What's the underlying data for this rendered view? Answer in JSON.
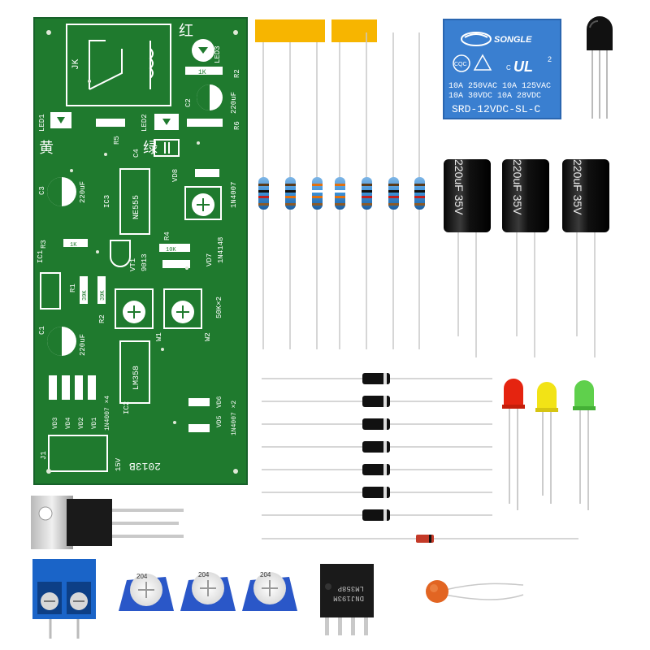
{
  "pcb": {
    "labels": {
      "jk": "JK",
      "red_cn": "红",
      "green_cn": "绿",
      "yellow_cn": "黄",
      "led1": "LED1",
      "led2": "LED2",
      "led3": "LED3",
      "r2": "R2",
      "r3": "R3",
      "r4": "R4",
      "r5": "R5",
      "r6": "R6",
      "r1": "R1",
      "c1": "C1",
      "c2": "C2",
      "c3": "C3",
      "c4": "C4",
      "cap_220uf": "220uF",
      "ic1": "IC1",
      "ic2": "IC2",
      "ic3": "IC3",
      "ne555": "NE555",
      "lm358": "LM358",
      "vt1": "VT1",
      "t9013": "9013",
      "vd1": "VD1",
      "vd2": "VD2",
      "vd3": "VD3",
      "vd4": "VD4",
      "vd5": "VD5",
      "vd6": "VD6",
      "vd7": "VD7",
      "vd8": "VD8",
      "in4007": "1N4007",
      "in4007x4": "1N4007 ×4",
      "in4007x2": "1N4007 ×2",
      "in4148": "1N4148",
      "w1": "W1",
      "w2": "W2",
      "pot_50k": "50K×2",
      "res_1k": "1K",
      "res_10k": "10K",
      "res_39k": "39K",
      "j1": "J1",
      "v15": "15V",
      "board_id": "2013B"
    }
  },
  "relay": {
    "brand": "SONGLE",
    "cqc": "CQC",
    "ul": "UL",
    "rating_1": "10A 250VAC  10A 125VAC",
    "rating_2": "10A  30VDC  10A  28VDC",
    "model": "SRD-12VDC-SL-C",
    "small_c": "C",
    "small_2": "2"
  },
  "capacitors": {
    "marking": "220uF 35V"
  },
  "ic_chip": {
    "marking_1": "LM358P",
    "marking_2": "DNJ193M"
  },
  "trimpot": {
    "marking": "204"
  },
  "colors": {
    "pcb_green": "#1f7a2e",
    "pcb_dark": "#17612a",
    "relay_blue": "#3a7fd0",
    "capacitor_black": "#1a1a1a",
    "led_red": "#e52410",
    "led_yellow": "#f2e316",
    "led_green": "#5fd04c",
    "terminal_blue": "#1a64c8",
    "trimpot_blue": "#2a57c8",
    "label_orange": "#f7b500"
  }
}
